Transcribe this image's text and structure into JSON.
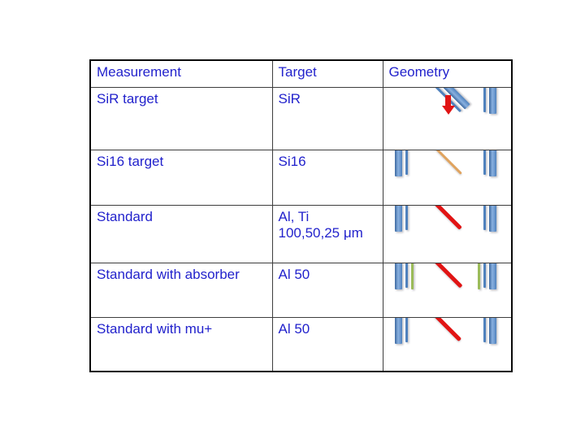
{
  "slide": {
    "background": "#ffffff"
  },
  "colors": {
    "text_blue": "#2222cc",
    "grid_line": "#3d3d3d",
    "outer_border": "#0a0a0a",
    "bar_blue_main": "#4f81bd",
    "bar_blue_light": "#8ab1e0",
    "bar_blue_dark": "#3a679f",
    "bar_green": "#9bbb59",
    "beam_red": "#e11414",
    "beam_orange": "#e0a35e",
    "arrow_red": "#e11414"
  },
  "table": {
    "headers": [
      {
        "label": "Measurement"
      },
      {
        "label": "Target"
      },
      {
        "label": "Geometry"
      }
    ],
    "rows": [
      {
        "measurement": "SiR target",
        "target": "SiR",
        "geometry": {
          "left_bars": [],
          "center": {
            "kind": "tilted-target",
            "bars": [
              "thin",
              "thick"
            ],
            "arrow": "down"
          },
          "right_bars": [
            {
              "color": "blue",
              "size": "thin"
            },
            {
              "color": "blue",
              "size": "thick"
            }
          ]
        }
      },
      {
        "measurement": "Si16 target",
        "target": "Si16",
        "geometry": {
          "left_bars": [
            {
              "color": "blue",
              "size": "thick"
            },
            {
              "color": "blue",
              "size": "thin"
            }
          ],
          "center": {
            "kind": "beam",
            "color": "orange",
            "thickness": 3,
            "length": 70
          },
          "right_bars": [
            {
              "color": "blue",
              "size": "thin"
            },
            {
              "color": "blue",
              "size": "thick"
            }
          ]
        }
      },
      {
        "measurement": "Standard",
        "target": "Al, Ti\n100,50,25 μm",
        "geometry": {
          "left_bars": [
            {
              "color": "blue",
              "size": "thick"
            },
            {
              "color": "blue",
              "size": "thin"
            }
          ],
          "center": {
            "kind": "beam",
            "color": "red",
            "thickness": 5,
            "length": 68
          },
          "right_bars": [
            {
              "color": "blue",
              "size": "thin"
            },
            {
              "color": "blue",
              "size": "thick"
            }
          ]
        }
      },
      {
        "measurement": "Standard with absorber",
        "target": "Al 50",
        "geometry": {
          "left_bars": [
            {
              "color": "blue",
              "size": "thick"
            },
            {
              "color": "blue",
              "size": "thin"
            },
            {
              "color": "green",
              "size": "thin"
            }
          ],
          "center": {
            "kind": "beam",
            "color": "red",
            "thickness": 5,
            "length": 70
          },
          "right_bars": [
            {
              "color": "green",
              "size": "thin"
            },
            {
              "color": "blue",
              "size": "thin"
            },
            {
              "color": "blue",
              "size": "thick"
            }
          ]
        }
      },
      {
        "measurement": "Standard with mu+",
        "target": "Al 50",
        "geometry": {
          "left_bars": [
            {
              "color": "blue",
              "size": "thick"
            },
            {
              "color": "blue",
              "size": "thin"
            }
          ],
          "center": {
            "kind": "beam",
            "color": "red",
            "thickness": 5,
            "length": 66
          },
          "right_bars": [
            {
              "color": "blue",
              "size": "thin"
            },
            {
              "color": "blue",
              "size": "thick"
            }
          ]
        }
      }
    ]
  }
}
